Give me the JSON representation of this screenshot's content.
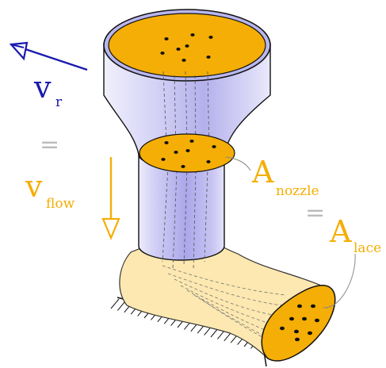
{
  "colors": {
    "orange": "#F4AE05",
    "orange_dark": "#C88A00",
    "blue": "#1A1AB0",
    "tube_light": "#E8E8FA",
    "tube_mid": "#B7B4EE",
    "tube_dark": "#8F8BDF",
    "lace": "#FCE8B0",
    "ink": "#111111",
    "gray": "#888888",
    "equals_gray": "#BBBBBB"
  },
  "labels": {
    "vr_main": "v",
    "vr_sub": "r",
    "eq_left": "=",
    "vflow_main": "v",
    "vflow_sub": "flow",
    "anozzle_main": "A",
    "anozzle_sub": "nozzle",
    "eq_right": "=",
    "alace_main": "A",
    "alace_sub": "lace"
  },
  "icons": {
    "vr_arrow": "arrow-upleft-icon",
    "vflow_arrow": "arrow-down-icon",
    "ground": "ground-hatch-icon"
  }
}
